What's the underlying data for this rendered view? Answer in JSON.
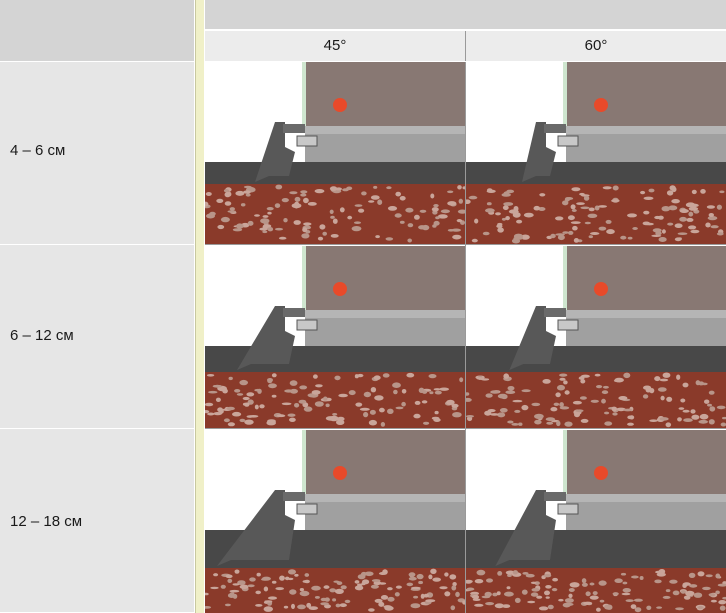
{
  "header": {
    "angles": [
      "45°",
      "60°"
    ]
  },
  "rows": [
    {
      "label": "4 – 6  см"
    },
    {
      "label": "6 – 12  см"
    },
    {
      "label": "12 – 18  см"
    }
  ],
  "colors": {
    "panel": "#887873",
    "slab": "#a0a0a0",
    "asphalt": "#484848",
    "gravel": "#8a3a2a",
    "bracket": "#585858",
    "marker": "#e84a2a",
    "sealant": "#cfe6cf"
  }
}
